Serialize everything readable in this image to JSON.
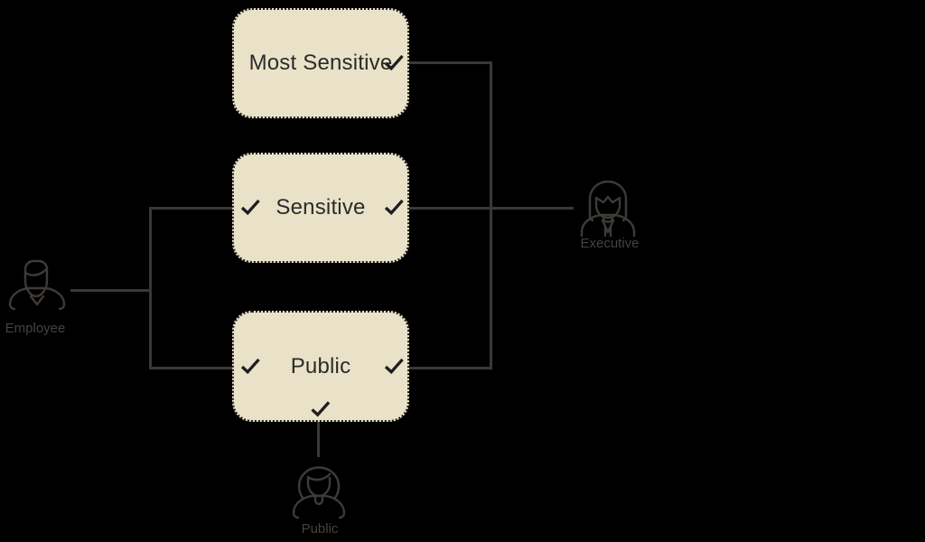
{
  "nodes": [
    {
      "id": "most-sensitive",
      "label": "Most Sensitive",
      "checks": [
        "right"
      ]
    },
    {
      "id": "sensitive",
      "label": "Sensitive",
      "checks": [
        "left",
        "right"
      ]
    },
    {
      "id": "public",
      "label": "Public",
      "checks": [
        "left",
        "right",
        "bottom"
      ]
    }
  ],
  "actors": [
    {
      "id": "employee",
      "label": "Employee",
      "icon": "male-person-icon"
    },
    {
      "id": "executive",
      "label": "Executive",
      "icon": "female-executive-icon"
    },
    {
      "id": "public-person",
      "label": "Public",
      "icon": "female-person-icon"
    }
  ],
  "edges": [
    {
      "from": "employee",
      "to": "sensitive"
    },
    {
      "from": "employee",
      "to": "public"
    },
    {
      "from": "executive",
      "to": "most-sensitive"
    },
    {
      "from": "executive",
      "to": "sensitive"
    },
    {
      "from": "executive",
      "to": "public"
    },
    {
      "from": "public-person",
      "to": "public"
    }
  ],
  "colors": {
    "background": "#000000",
    "node_fill": "#E9E2C8",
    "node_border": "#1F1F1F",
    "node_text": "#2B2B2B",
    "connector": "#383838",
    "icon_stroke": "#3E3A37",
    "actor_label": "#46423F",
    "check": "#1E1E1E"
  }
}
